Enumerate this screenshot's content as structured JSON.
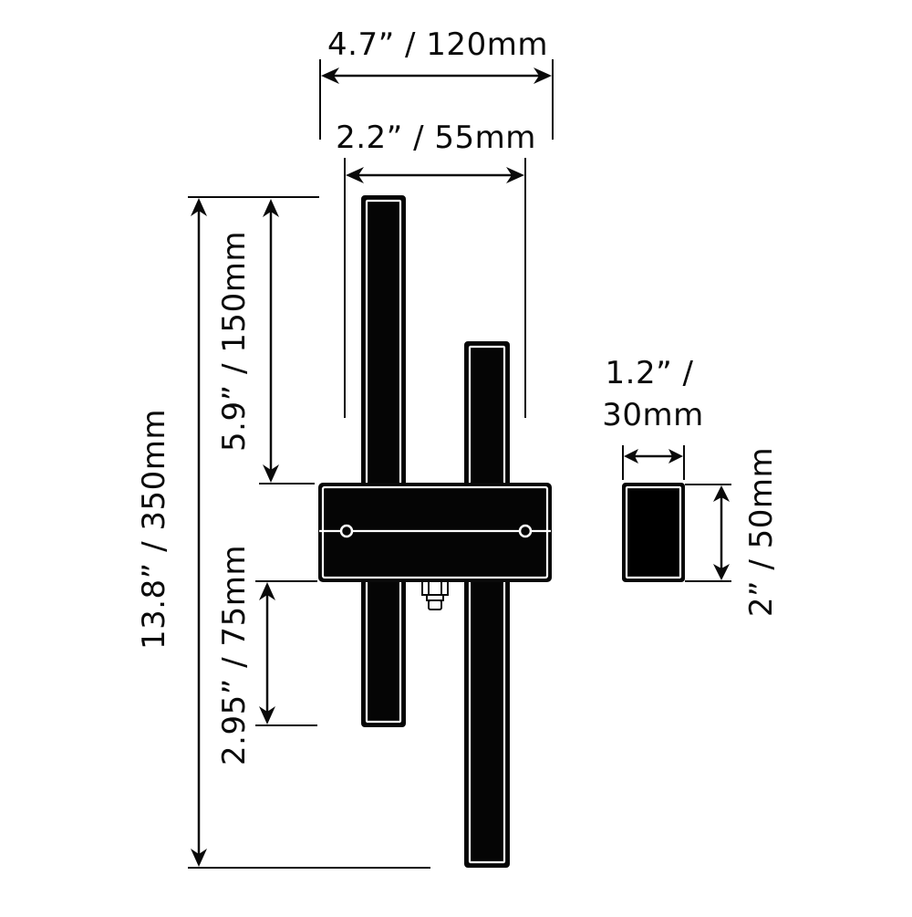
{
  "diagram": {
    "title": "Wall sconce dimension drawing",
    "colors": {
      "ink": "#0a0a0a",
      "fill": "#050505",
      "background": "#ffffff"
    },
    "dimensions": {
      "overall_width": "4.7” / 120mm",
      "bar_spacing": "2.2” / 55mm",
      "upper_extension": "5.9” / 150mm",
      "overall_height": "13.8” / 350mm",
      "lower_extension": "2.95” / 75mm",
      "profile_width_line1": "1.2” /",
      "profile_width_line2": "30mm",
      "profile_depth": "2” / 50mm"
    },
    "parts": [
      {
        "name": "left-light-bar"
      },
      {
        "name": "right-light-bar"
      },
      {
        "name": "mounting-base-plate"
      },
      {
        "name": "mounting-screw-left"
      },
      {
        "name": "mounting-screw-right"
      },
      {
        "name": "hex-nut-fitting"
      },
      {
        "name": "bar-cross-section"
      }
    ]
  }
}
